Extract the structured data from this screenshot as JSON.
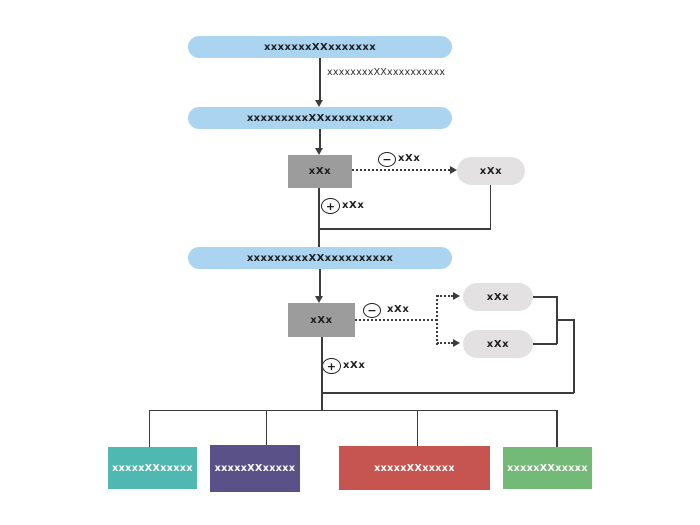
{
  "colors": {
    "stage_blue": "#aad4f0",
    "process_gray": "#9c9c9c",
    "pill_gray": "#e3e1e1",
    "line": "#3c3c3c",
    "terminal_teal": "#4eb8b1",
    "terminal_purple": "#5a5189",
    "terminal_red": "#c65551",
    "terminal_green": "#73ba78"
  },
  "flow": {
    "stage1": {
      "label": "xxxxxxxXXxxxxxxx"
    },
    "transition1": {
      "label": "xxxxxxxxXXxxxxxxxxxx"
    },
    "stage2": {
      "label": "xxxxxxxxxXXxxxxxxxxxx"
    },
    "process1": {
      "label": "xXx",
      "minus": {
        "symbol": "−",
        "label": "xXx"
      },
      "plus": {
        "symbol": "+",
        "label": "xXx"
      },
      "output": {
        "label": "xXx"
      }
    },
    "stage3": {
      "label": "xxxxxxxxxXXxxxxxxxxxx"
    },
    "process2": {
      "label": "xXx",
      "minus": {
        "symbol": "−",
        "label": "xXx"
      },
      "plus": {
        "symbol": "+",
        "label": "xXx"
      },
      "outputs": [
        {
          "label": "xXx"
        },
        {
          "label": "xXx"
        }
      ]
    },
    "terminals": [
      {
        "label": "xxxxxXXxxxxx",
        "color": "#4eb8b1"
      },
      {
        "label": "xxxxxXXxxxxx",
        "color": "#5a5189"
      },
      {
        "label": "xxxxxXXxxxxx",
        "color": "#c65551"
      },
      {
        "label": "xxxxxXXxxxxx",
        "color": "#73ba78"
      }
    ]
  }
}
